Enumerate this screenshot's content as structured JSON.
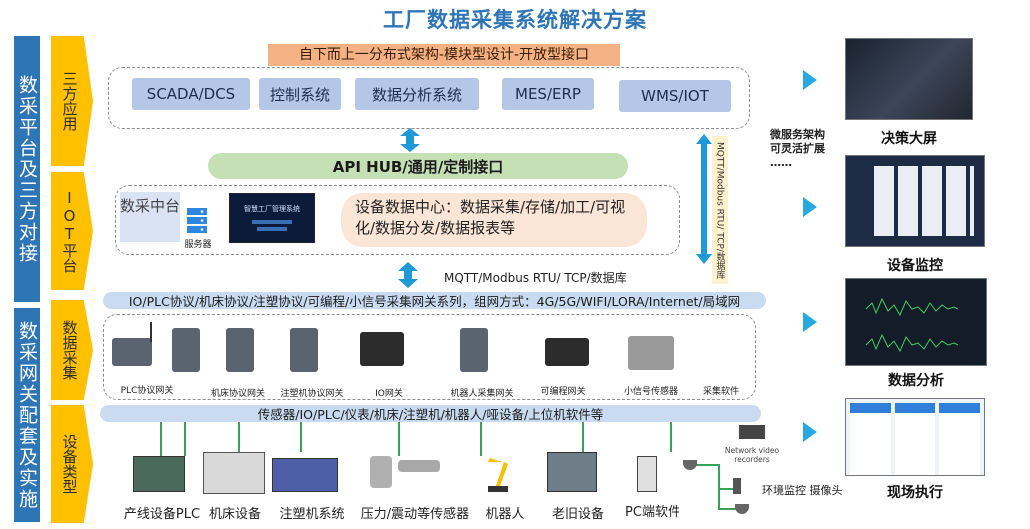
{
  "title": "工厂数据采集系统解决方案",
  "left_bands": {
    "top": "数采平台及三方对接",
    "bottom": "数采网关配套及实施"
  },
  "chevrons": [
    "三方应用",
    "IOT平台",
    "数据采集",
    "设备类型"
  ],
  "top_banner": "自下而上一分布式架构-模块型设计-开放型接口",
  "apps": [
    "SCADA/DCS",
    "控制系统",
    "数据分析系统",
    "MES/ERP",
    "WMS/IOT"
  ],
  "api_hub": "API HUB/通用/定制接口",
  "mqtt_vertical": "MQTT/Modbus RTU/ TCP/数据库",
  "microservice": [
    "微服务架构",
    "可灵活扩展",
    "……"
  ],
  "iot": {
    "platform_label": "数采中台",
    "server_label": "服务器",
    "screen_title": "智慧工厂管理系统",
    "center_text": "设备数据中心：数据采集/存储/加工/可视化/数据分发/数据报表等"
  },
  "mqtt_horizontal": "MQTT/Modbus RTU/ TCP/数据库",
  "protocol_bar": "IO/PLC协议/机床协议/注塑协议/可编程/小信号采集网关系列，组网方式：4G/5G/WIFI/LORA/Internet/局域网",
  "gateways": [
    "PLC协议网关",
    "机床协议网关",
    "注塑机协议网关",
    "IO网关",
    "机器人采集网关",
    "可编程网关",
    "小信号传感器",
    "采集软件"
  ],
  "sensor_bar": "传感器/IO/PLC/仪表/机床/注塑机/机器人/哑设备/上位机软件等",
  "devices": [
    "产线设备PLC",
    "机床设备",
    "注塑机系统",
    "压力/震动等传感器",
    "机器人",
    "老旧设备",
    "PC端软件"
  ],
  "camera": {
    "nvr": "Network video recorders",
    "label": "环境监控 摄像头"
  },
  "right_panels": [
    "决策大屏",
    "设备监控",
    "数据分析",
    "现场执行"
  ],
  "colors": {
    "accent_blue": "#2e75b6",
    "chevron_yellow": "#ffc000",
    "orange": "#f4b183",
    "app_blue": "#b4c7e7",
    "api_green": "#c5e0b4",
    "arrow_cyan": "#29a8e0"
  }
}
